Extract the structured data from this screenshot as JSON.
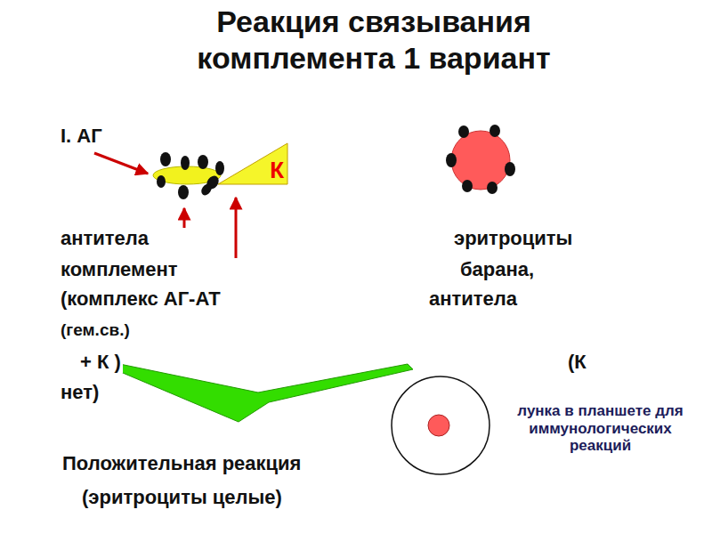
{
  "diagram": {
    "title": "Реакция связывания комплемента 1 вариант",
    "nodes": [
      {
        "text": [
          "К"
        ]
      }
    ],
    "labels": [
      "I. АГ",
      "антитела",
      "комплемент",
      "(комплекс АГ-АТ",
      "(гем.св.)",
      "+ К )",
      "нет)",
      "эритроциты",
      "барана,",
      "антитела",
      "(К",
      "лунка в планшете для иммунологических реакций",
      "Положительная реакция",
      "(эритроциты целые)"
    ]
  }
}
